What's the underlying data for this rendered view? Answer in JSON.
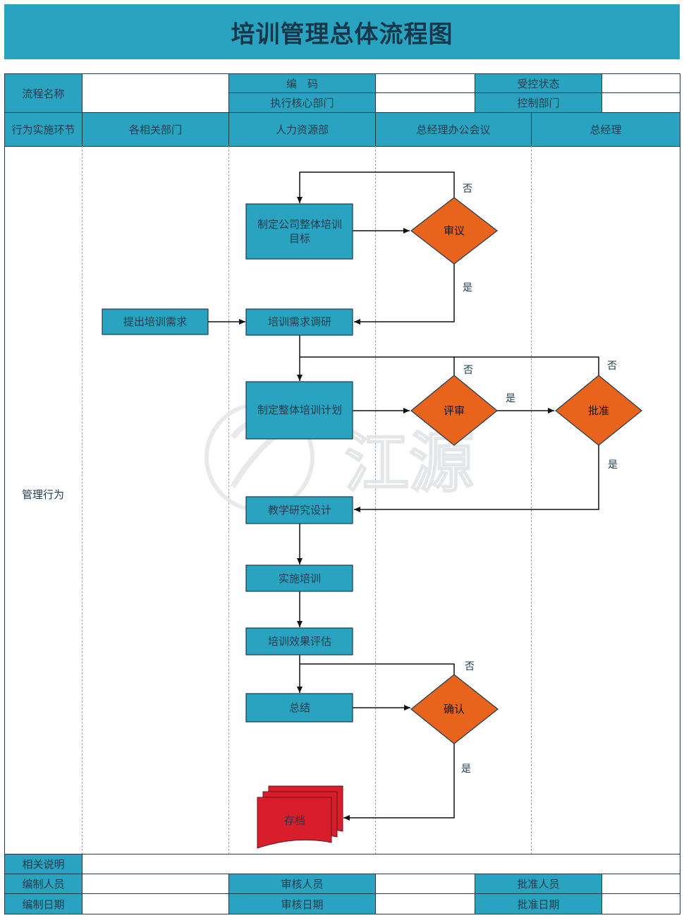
{
  "title": "培训管理总体流程图",
  "header": {
    "process_name_label": "流程名称",
    "code_label": "编　码",
    "controlled_status_label": "受控状态",
    "exec_dept_label": "执行核心部门",
    "control_dept_label": "控制部门"
  },
  "lanes": {
    "row_label": "行为实施环节",
    "depts": "各相关部门",
    "hr": "人力资源部",
    "gm_office": "总经理办公会议",
    "gm": "总经理"
  },
  "side_label": "管理行为",
  "flow": {
    "set_goal": [
      "制定公司整体培训",
      "目标"
    ],
    "review1": "审议",
    "propose_needs": "提出培训需求",
    "survey": "培训需求调研",
    "make_plan": "制定整体培训计划",
    "review2": "评审",
    "approve": "批准",
    "design": "教学研究设计",
    "implement": "实施培训",
    "evaluate": "培训效果评估",
    "summary": "总结",
    "confirm": "确认",
    "archive": "存档",
    "no": "否",
    "yes": "是"
  },
  "watermark": "江源",
  "footer": {
    "notes_label": "相关说明",
    "editor_label": "编制人员",
    "reviewer_label": "审核人员",
    "approver_label": "批准人员",
    "edit_date_label": "编制日期",
    "review_date_label": "审核日期",
    "approve_date_label": "批准日期"
  },
  "colors": {
    "header_fill": "#2aa3c0",
    "process_fill": "#2aa3c0",
    "decision_fill": "#e8631c",
    "document_fill": "#d81e2c"
  }
}
